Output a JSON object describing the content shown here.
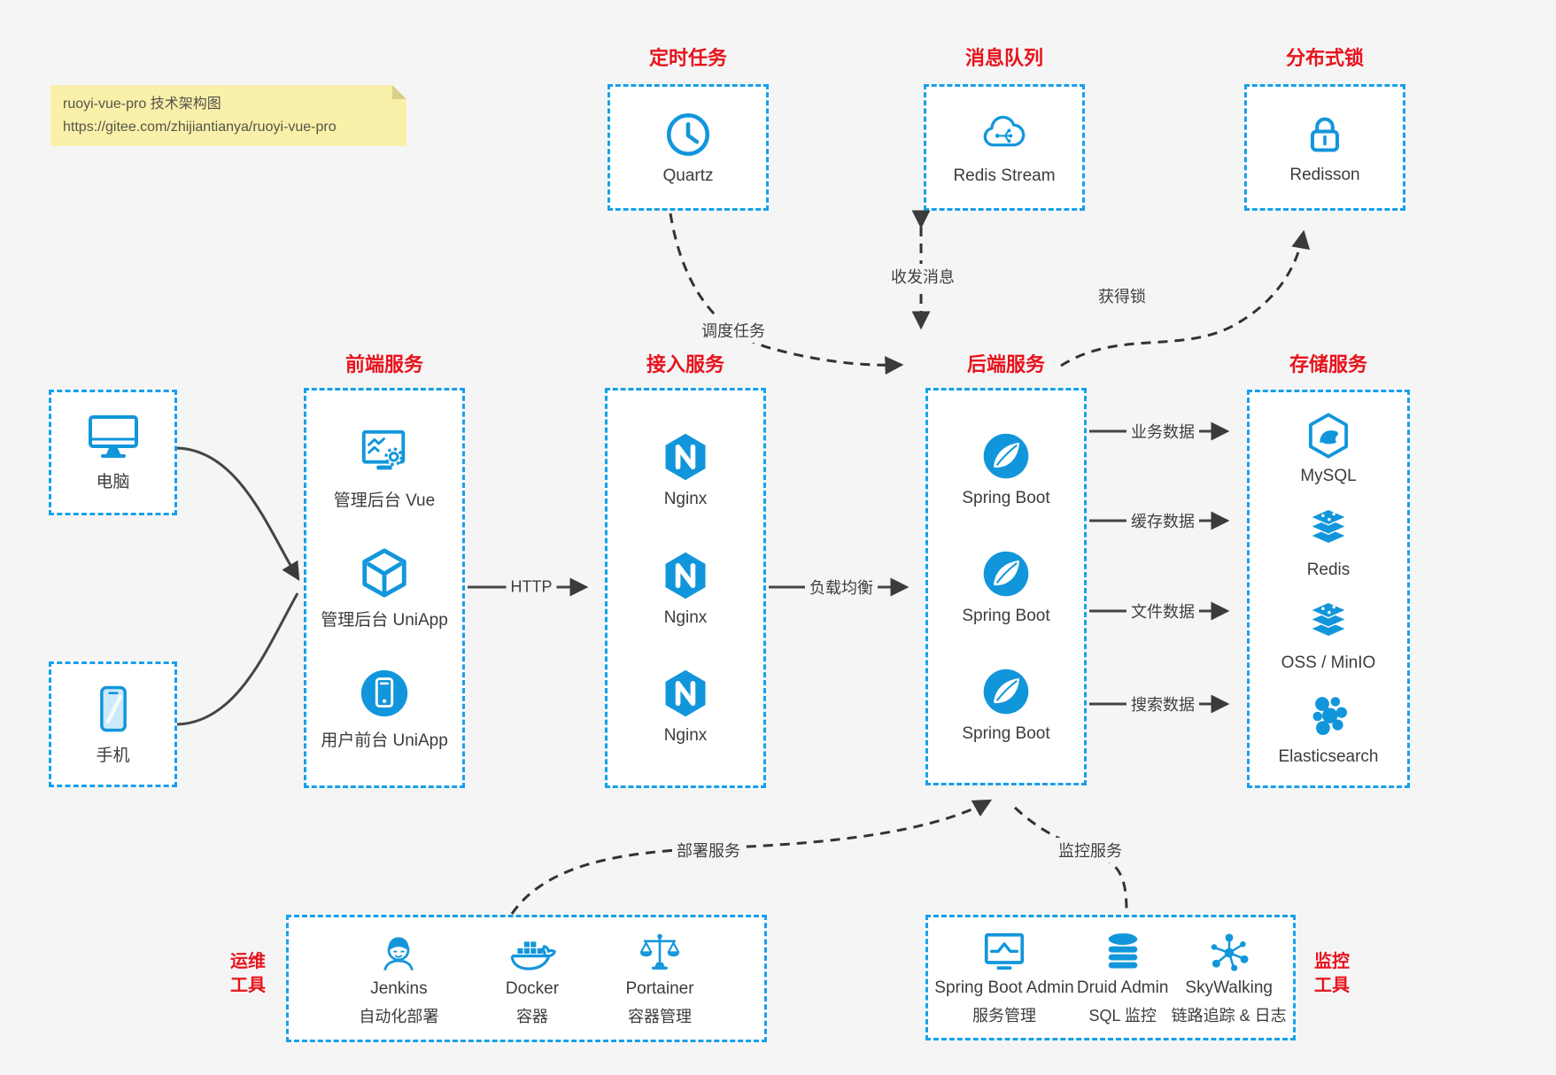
{
  "note": {
    "line1": "ruoyi-vue-pro 技术架构图",
    "line2": "https://gitee.com/zhijiantianya/ruoyi-vue-pro"
  },
  "colors": {
    "accent_blue": "#1296db",
    "border_blue": "#17a0ea",
    "title_red": "#e8131c",
    "note_bg": "#f9f1a9",
    "canvas_bg": "#f5f5f6",
    "solid_arrow": "#454545",
    "dashed_arrow": "#333333"
  },
  "top_groups": {
    "timer": {
      "title": "定时任务",
      "item": {
        "label": "Quartz",
        "icon": "clock-icon"
      }
    },
    "queue": {
      "title": "消息队列",
      "item": {
        "label": "Redis Stream",
        "icon": "cloud-network-icon"
      }
    },
    "lock": {
      "title": "分布式锁",
      "item": {
        "label": "Redisson",
        "icon": "lock-icon"
      }
    }
  },
  "clients": {
    "pc": {
      "label": "电脑",
      "icon": "desktop-icon"
    },
    "phone": {
      "label": "手机",
      "icon": "smartphone-icon"
    }
  },
  "columns": {
    "frontend": {
      "title": "前端服务",
      "items": [
        {
          "label": "管理后台 Vue",
          "icon": "admin-vue-icon"
        },
        {
          "label": "管理后台 UniApp",
          "icon": "uniapp-cube-icon"
        },
        {
          "label": "用户前台 UniApp",
          "icon": "user-app-icon"
        }
      ]
    },
    "gateway": {
      "title": "接入服务",
      "items": [
        {
          "label": "Nginx",
          "icon": "nginx-icon"
        },
        {
          "label": "Nginx",
          "icon": "nginx-icon"
        },
        {
          "label": "Nginx",
          "icon": "nginx-icon"
        }
      ]
    },
    "backend": {
      "title": "后端服务",
      "items": [
        {
          "label": "Spring Boot",
          "icon": "spring-icon"
        },
        {
          "label": "Spring Boot",
          "icon": "spring-icon"
        },
        {
          "label": "Spring Boot",
          "icon": "spring-icon"
        }
      ]
    },
    "storage": {
      "title": "存储服务",
      "items": [
        {
          "label": "MySQL",
          "icon": "mysql-icon"
        },
        {
          "label": "Redis",
          "icon": "redis-stack-icon"
        },
        {
          "label": "OSS / MinIO",
          "icon": "oss-stack-icon"
        },
        {
          "label": "Elasticsearch",
          "icon": "elasticsearch-icon"
        }
      ]
    }
  },
  "bottom_groups": {
    "ops": {
      "side_line1": "运维",
      "side_line2": "工具",
      "items": [
        {
          "name": "Jenkins",
          "desc": "自动化部署",
          "icon": "jenkins-icon"
        },
        {
          "name": "Docker",
          "desc": "容器",
          "icon": "docker-icon"
        },
        {
          "name": "Portainer",
          "desc": "容器管理",
          "icon": "portainer-icon"
        }
      ]
    },
    "monitor": {
      "side_line1": "监控",
      "side_line2": "工具",
      "items": [
        {
          "name": "Spring Boot Admin",
          "desc": "服务管理",
          "icon": "monitor-pulse-icon"
        },
        {
          "name": "Druid Admin",
          "desc": "SQL 监控",
          "icon": "database-icon"
        },
        {
          "name": "SkyWalking",
          "desc": "链路追踪 & 日志",
          "icon": "network-nodes-icon"
        }
      ]
    }
  },
  "edges": {
    "http": "HTTP",
    "load_balance": "负载均衡",
    "schedule": "调度任务",
    "message": "收发消息",
    "lock": "获得锁",
    "data_business": "业务数据",
    "data_cache": "缓存数据",
    "data_file": "文件数据",
    "data_search": "搜索数据",
    "deploy": "部署服务",
    "monitor": "监控服务"
  }
}
